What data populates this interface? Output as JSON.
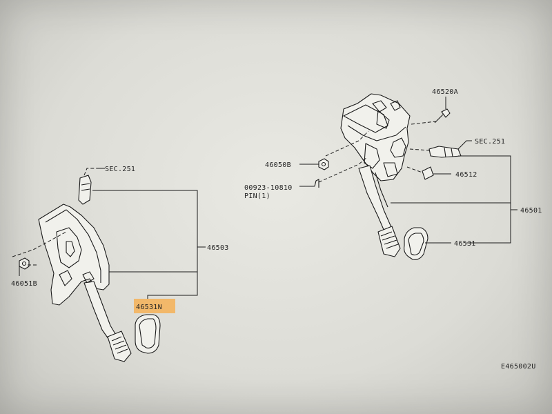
{
  "diagram": {
    "labels": {
      "sec251_left": "SEC.251",
      "nut_left": "46051B",
      "bracket_left": "46503",
      "pad_left": "46531N",
      "part_46520a": "46520A",
      "sec251_right": "SEC.251",
      "nut_right": "46050B",
      "pin_number": "00923-10810",
      "pin_text": "PIN(1)",
      "part_46512": "46512",
      "part_46501": "46501",
      "pad_right": "46531",
      "drawing_code": "E465002U"
    },
    "highlight_color": "#f2b86a"
  }
}
